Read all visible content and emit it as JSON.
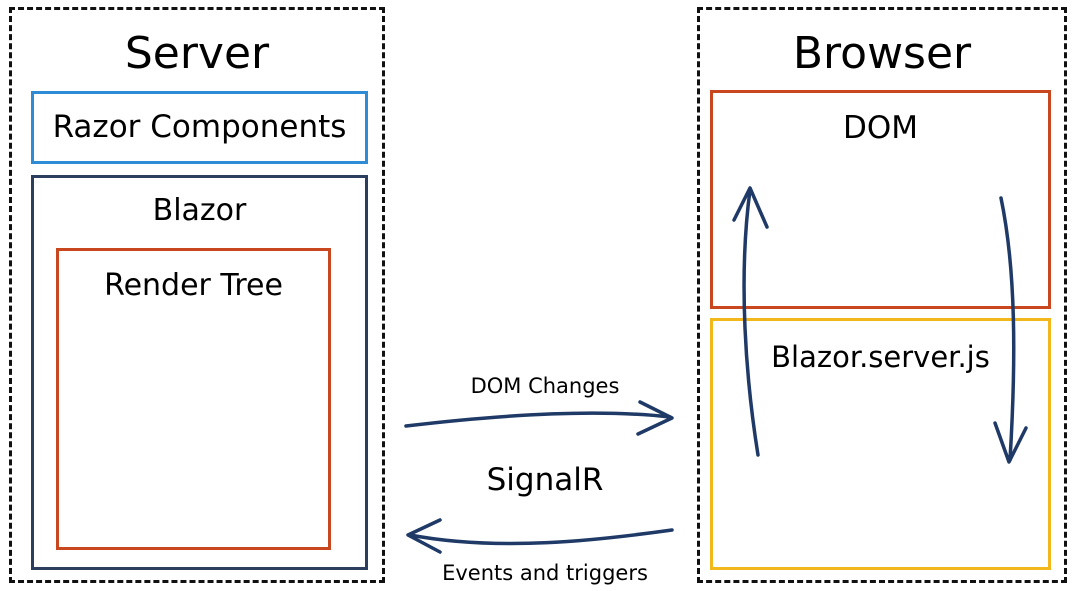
{
  "server": {
    "title": "Server",
    "razor_components": "Razor Components",
    "blazor": "Blazor",
    "render_tree": "Render Tree"
  },
  "browser": {
    "title": "Browser",
    "dom": "DOM",
    "blazor_server_js": "Blazor.server.js"
  },
  "connection": {
    "dom_changes": "DOM Changes",
    "signalr": "SignalR",
    "events_and_triggers": "Events and triggers"
  },
  "colors": {
    "dashed_border": "#111111",
    "razor_components_border": "#2E8BD6",
    "blazor_border": "#2B3E5E",
    "render_tree_border": "#C9471E",
    "dom_border": "#C9471E",
    "blazor_server_js_border": "#F2B71B",
    "arrow": "#1F3A66"
  }
}
